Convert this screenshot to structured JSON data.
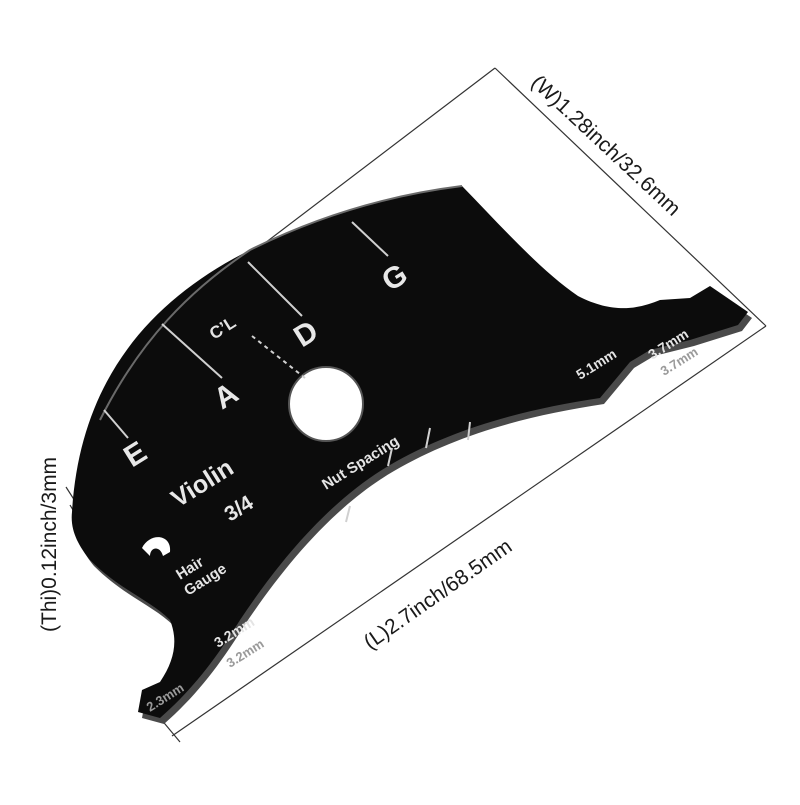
{
  "dimensions": {
    "width": "(W)1.28inch/32.6mm",
    "length": "(L)2.7inch/68.5mm",
    "thickness": "(Thi)0.12inch/3mm"
  },
  "template": {
    "color": "#0c0c0c",
    "strings": [
      "E",
      "A",
      "D",
      "G"
    ],
    "centerline": "C’L",
    "model": "Violin",
    "size": "3/4",
    "nut_spacing": "Nut Spacing",
    "hair_gauge_line1": "Hair",
    "hair_gauge_line2": "Gauge",
    "gauges": {
      "left_1": "3.2mm",
      "left_2": "3.2mm",
      "left_3": "2.3mm",
      "right_1": "5.1mm",
      "right_2": "3.7mm",
      "right_3": "3.7mm"
    }
  }
}
